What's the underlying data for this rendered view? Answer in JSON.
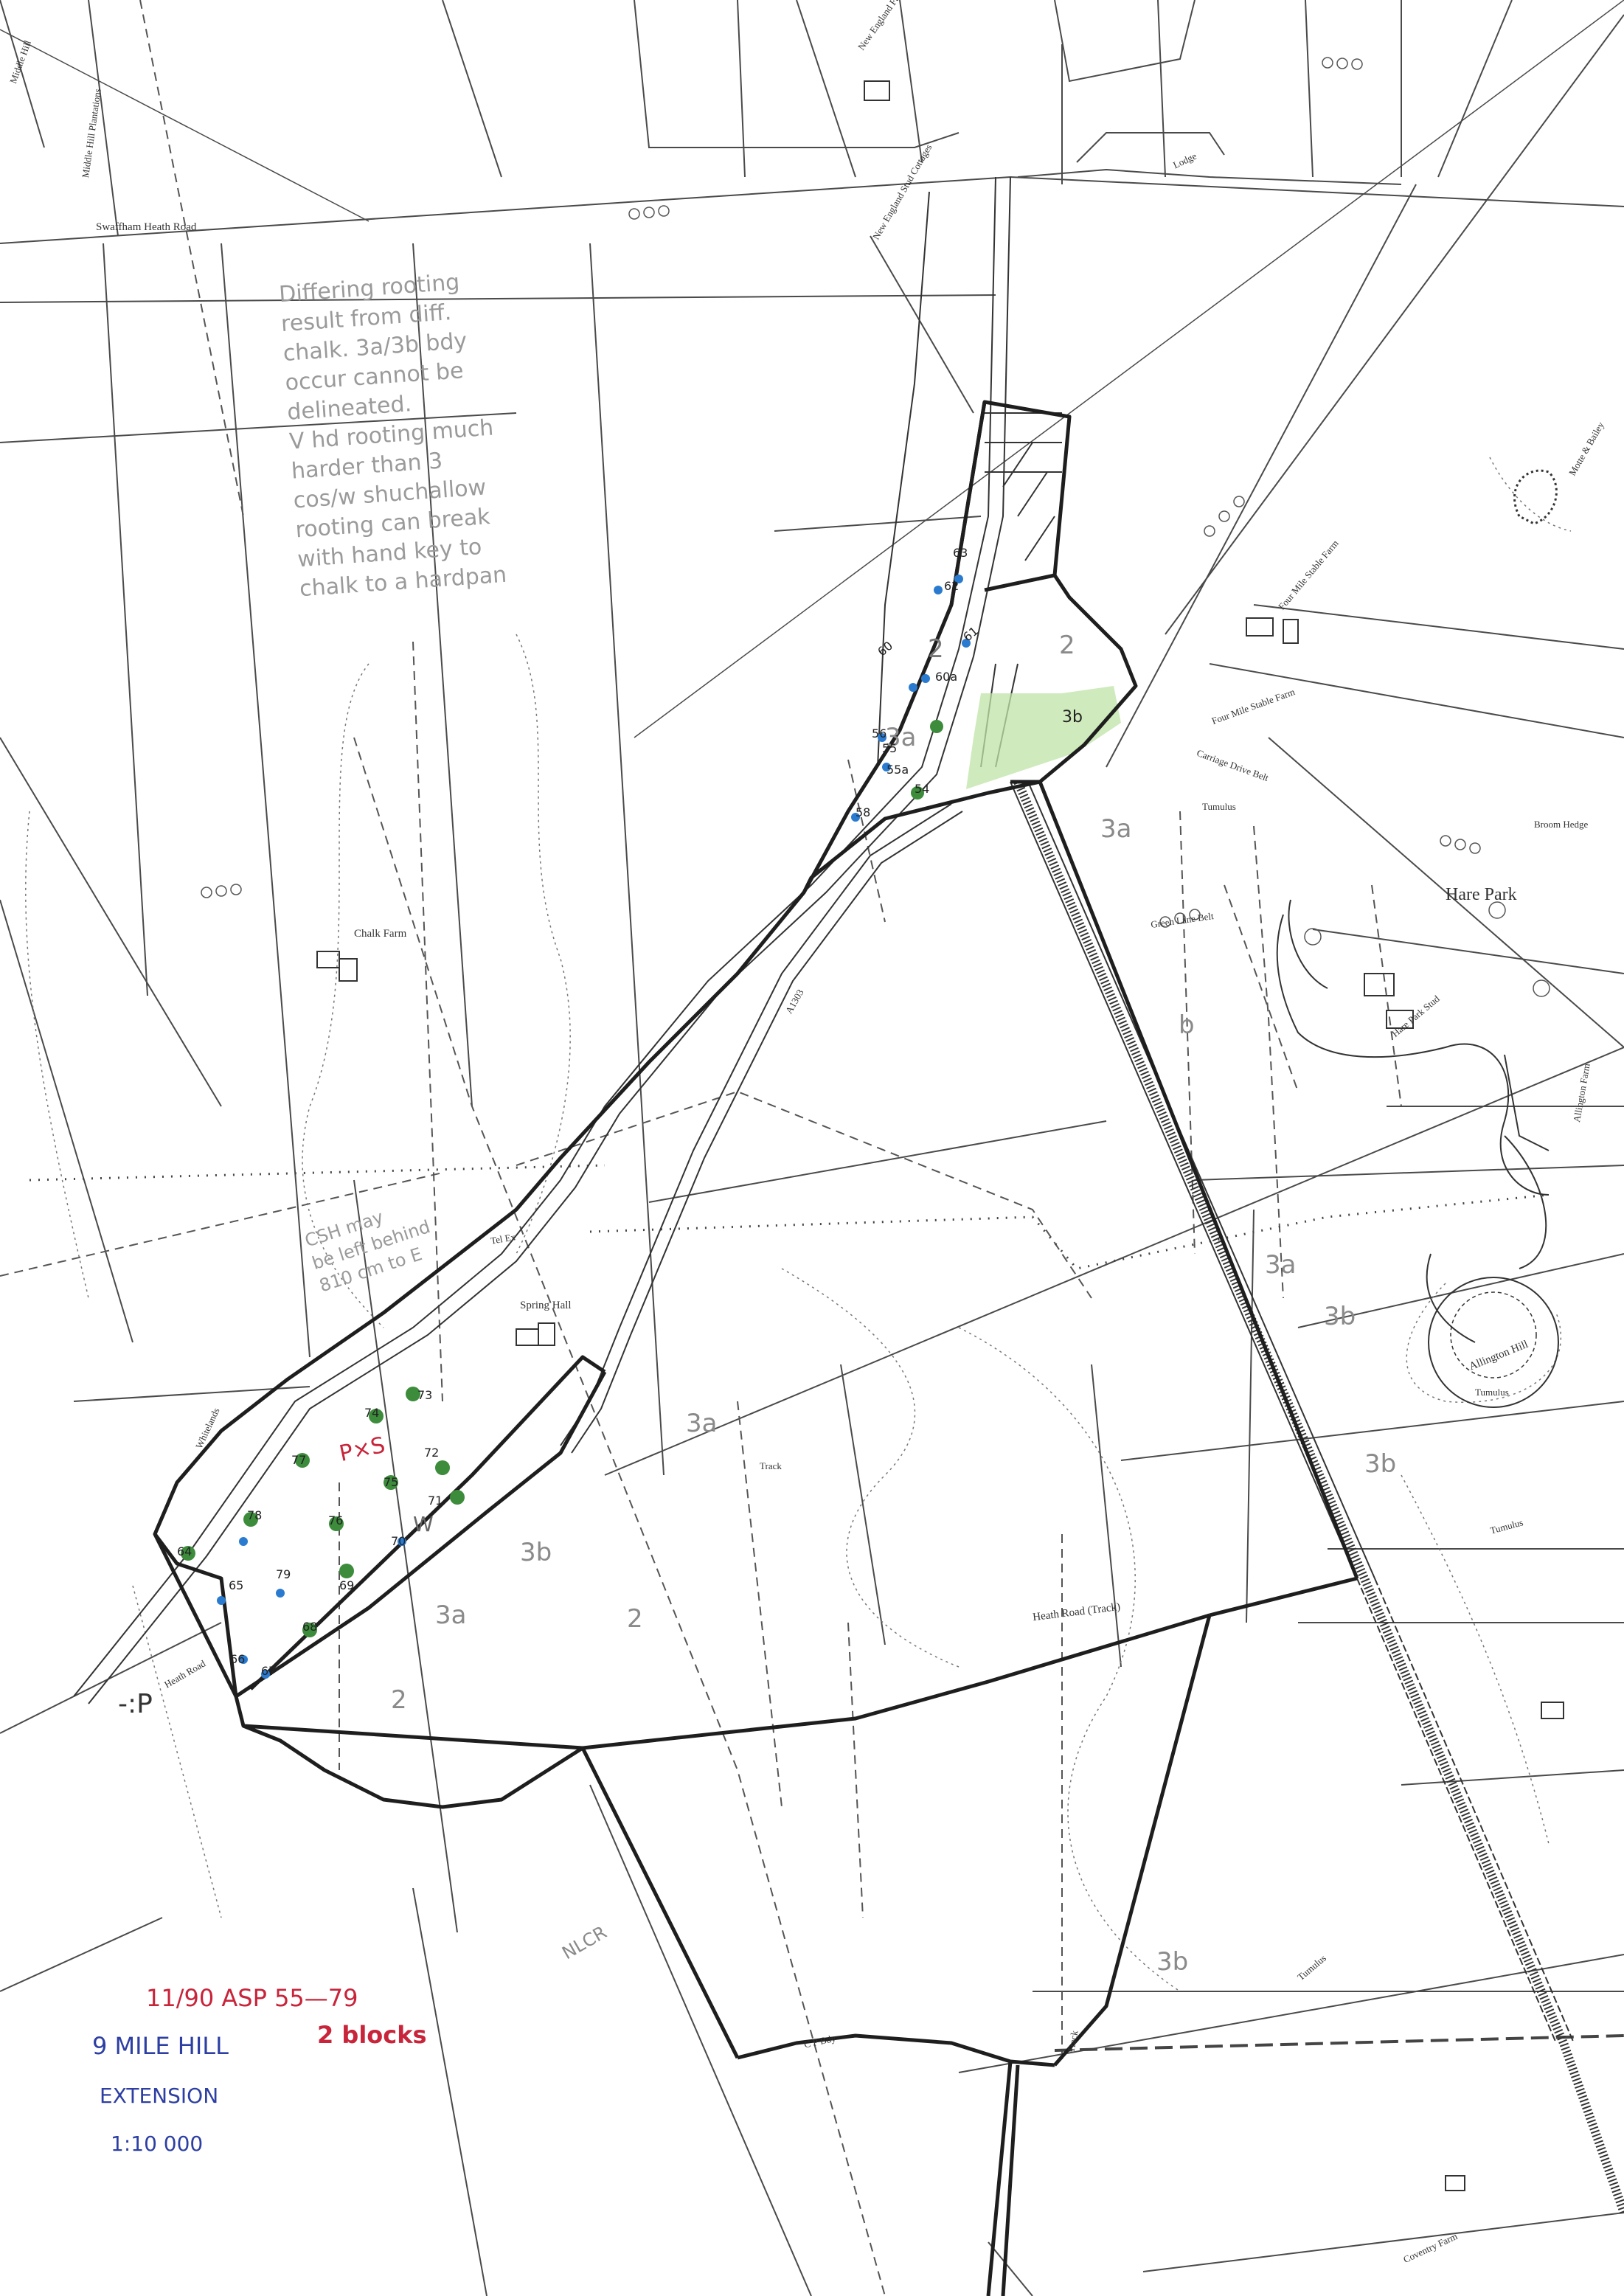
{
  "colors": {
    "boundary": "#1e1e1e",
    "base": "#4a4a4a",
    "pencil": "#9a9a9a",
    "sample_green": "#3c8c3c",
    "sample_blue": "#2a7bd0",
    "red_ink": "#c8243a",
    "blue_ink": "#2d3fa3",
    "highlight_green": "#bfe3a6"
  },
  "place_labels": {
    "middle_hill": "Middle Hill",
    "middle_hill_plantations": "Middle Hill Plantations",
    "new_england_farm": "New England Farm",
    "new_england_stud_cottages": "New England Stud Cottages",
    "swaffham_heath_road": "Swaffham Heath Road",
    "lodge": "Lodge",
    "four_mile_stable": "Four Mile Stable Farm",
    "four_mile_stable_2": "Four Mile Stable Farm",
    "carriage_drive_belt": "Carriage Drive Belt",
    "broom_hedge": "Broom Hedge",
    "hare_park": "Hare Park",
    "hare_park_stud": "Hare Park Stud",
    "green_lane_belt": "Green Lane Belt",
    "chalk_farm": "Chalk Farm",
    "spring_hall": "Spring Hall",
    "whitelands": "Whitelands",
    "tel_ex": "Tel Ex",
    "heath_road": "Heath Road",
    "heath_road_track": "Heath Road (Track)",
    "track": "Track",
    "tumulus": "Tumulus",
    "allington_hill": "Allington Hill",
    "allington_farm": "Allington Farm",
    "coventry_farm": "Coventry Farm",
    "cp_bdy": "C P Bdy",
    "a1303": "A1303",
    "motte_bailey": "Motte & Bailey"
  },
  "pencil_note_top": [
    "Differing rooting",
    "result from diff.",
    "chalk. 3a/3b bdy",
    "occur cannot be",
    "delineated.",
    "V hd rooting much",
    "harder than 3",
    "cos/w shuchallow",
    "rooting can break",
    "with hand key to",
    "chalk to a hardpan"
  ],
  "pencil_note_mid": [
    "CSH may",
    "be left behind",
    "810 cm to E"
  ],
  "grades": {
    "g2_top": "2",
    "g3a_top": "3a",
    "g2_right": "2",
    "g3a_right": "3a",
    "g3b_right": "3b",
    "g3a_center": "3a",
    "g3b_center": "3b",
    "g2_center": "2",
    "g3a_low": "3a",
    "g2_low": "2",
    "g3b_low": "3b",
    "g3b_far": "3b",
    "g3a_far": "3a",
    "b_label": "b",
    "g3b_bottom": "3b",
    "nlcr": "NLCR"
  },
  "sample_points": {
    "n54": "54",
    "n55": "55",
    "n55a": "55a",
    "n56": "56",
    "n58": "58",
    "n60": "60",
    "n61": "61",
    "n62": "62",
    "n63": "63",
    "n60a": "60a",
    "n64": "64",
    "n65": "65",
    "n66": "66",
    "n67": "67",
    "n68": "68",
    "n69": "69",
    "n70": "70",
    "n71": "71",
    "n72": "72",
    "n73": "73",
    "n74": "74",
    "n75": "75",
    "n76": "76",
    "n77": "77",
    "n78": "78",
    "n79": "79"
  },
  "pit_label": "P×S",
  "w_label": "W",
  "cp_note": "-:P",
  "annotation": {
    "date_ref": "11/90 ASP 55—79",
    "blocks": "2 blocks",
    "site_line1": "9 MILE HILL",
    "site_line2": "EXTENSION",
    "scale": "1:10 000"
  }
}
